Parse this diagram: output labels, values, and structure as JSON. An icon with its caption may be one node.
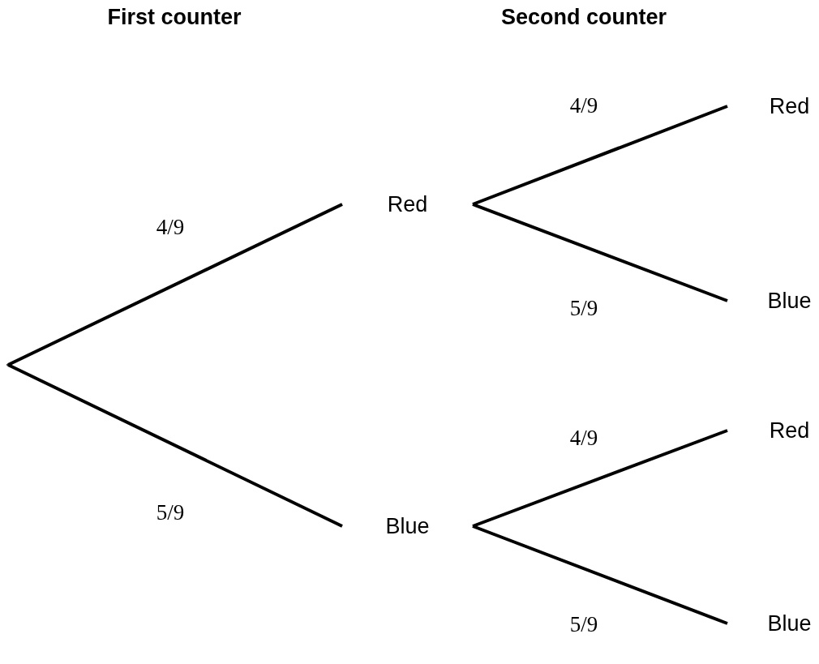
{
  "diagram": {
    "nodes": [
      {
        "text": [],
        "shape": "point"
      },
      {
        "text": [
          "Red"
        ]
      },
      {
        "text": [
          "Blue"
        ]
      },
      {
        "text": [
          "Red"
        ]
      },
      {
        "text": [
          "Blue"
        ]
      },
      {
        "text": [
          "Red"
        ]
      },
      {
        "text": [
          "Blue"
        ]
      }
    ],
    "edges": [
      {
        "from": 0,
        "to": 1,
        "arrow": "none",
        "label": "4/9"
      },
      {
        "from": 0,
        "to": 2,
        "arrow": "none",
        "label": "5/9"
      },
      {
        "from": 1,
        "to": 3,
        "arrow": "none",
        "label": "4/9"
      },
      {
        "from": 1,
        "to": 4,
        "arrow": "none",
        "label": "5/9"
      },
      {
        "from": 2,
        "to": 5,
        "arrow": "none",
        "label": "4/9"
      },
      {
        "from": 2,
        "to": 6,
        "arrow": "none",
        "label": "5/9"
      }
    ],
    "labels": [
      "First counter",
      "Second counter"
    ]
  }
}
